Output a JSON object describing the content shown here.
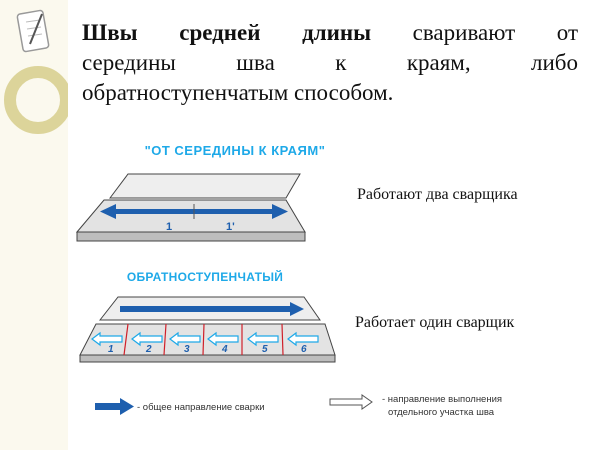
{
  "heading": {
    "bold": "Швы средней длины",
    "line1_rest": " сваривают от",
    "line2": "середины шва к краям, либо",
    "line3": "обратноступенчатым способом."
  },
  "method1": {
    "caption": "\"ОТ СЕРЕДИНЫ К КРАЯМ\"",
    "description": "Работают два сварщика",
    "labels": [
      "1",
      "1'"
    ]
  },
  "method2": {
    "caption": "ОБРАТНОСТУПЕНЧАТЫЙ",
    "description": "Работает один сварщик",
    "segments": [
      "1",
      "2",
      "3",
      "4",
      "5",
      "6"
    ]
  },
  "legend": {
    "general": "- общее направление сварки",
    "section_line1": "- направление выполнения",
    "section_line2": "отдельного участка шва"
  },
  "colors": {
    "arrow": "#1e5fae",
    "caption": "#1ea9e8",
    "plate": "#e6e6e6",
    "red_line": "#d0202a"
  }
}
